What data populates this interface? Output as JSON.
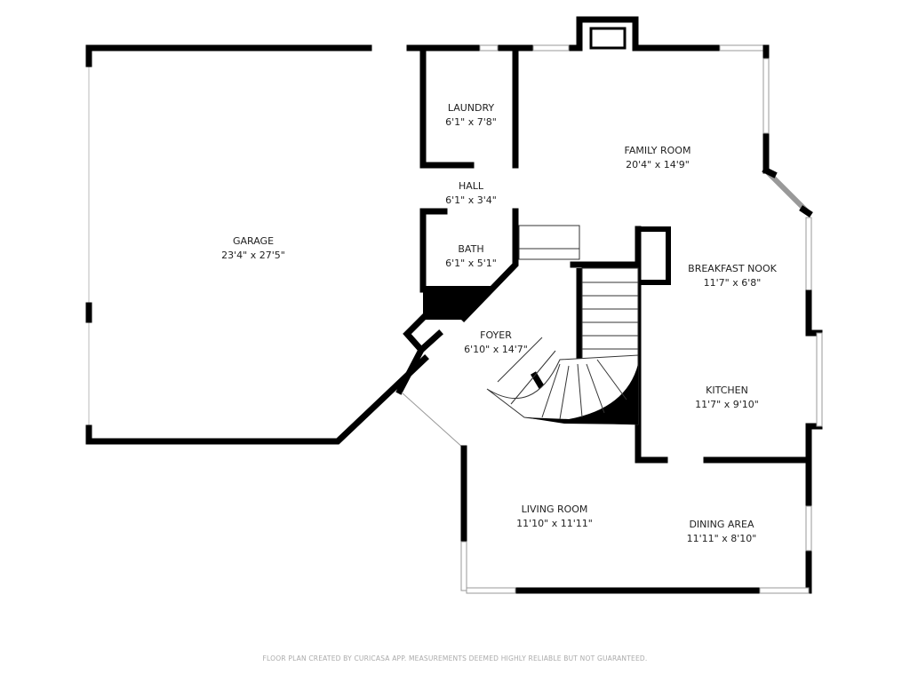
{
  "rooms": [
    {
      "name": "GARAGE",
      "dims": "23'4\" x 27'5\""
    },
    {
      "name": "LAUNDRY",
      "dims": "6'1\" x 7'8\""
    },
    {
      "name": "HALL",
      "dims": "6'1\" x 3'4\""
    },
    {
      "name": "BATH",
      "dims": "6'1\" x 5'1\""
    },
    {
      "name": "FAMILY ROOM",
      "dims": "20'4\" x 14'9\""
    },
    {
      "name": "BREAKFAST NOOK",
      "dims": "11'7\" x 6'8\""
    },
    {
      "name": "FOYER",
      "dims": "6'10\" x 14'7\""
    },
    {
      "name": "KITCHEN",
      "dims": "11'7\" x 9'10\""
    },
    {
      "name": "LIVING ROOM",
      "dims": "11'10\" x 11'11\""
    },
    {
      "name": "DINING AREA",
      "dims": "11'11\" x 8'10\""
    }
  ],
  "footer": "FLOOR PLAN CREATED BY CURICASA APP. MEASUREMENTS DEEMED HIGHLY RELIABLE BUT NOT GUARANTEED.",
  "colors": {
    "wall": "#000000",
    "background": "#ffffff",
    "text": "#222222",
    "footer": "#aaaaaa"
  }
}
